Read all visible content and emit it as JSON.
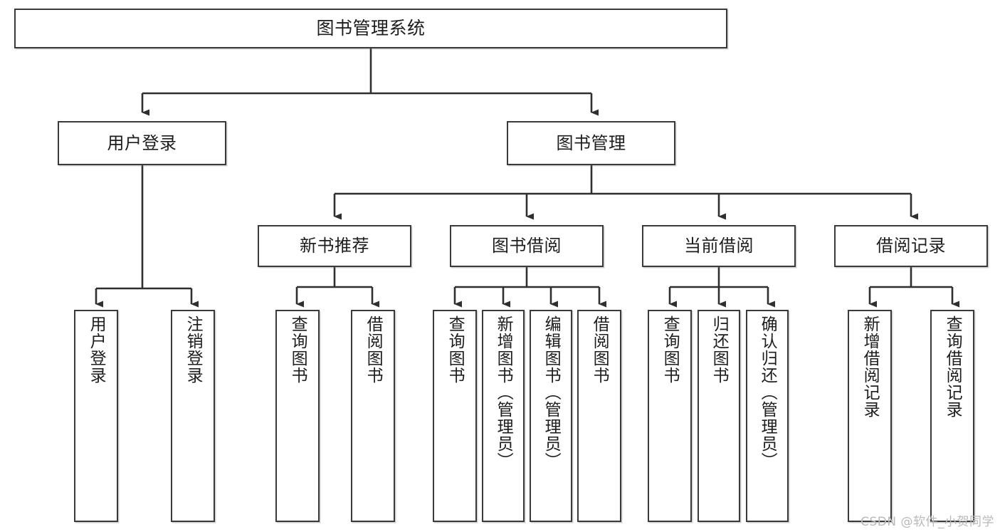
{
  "diagram": {
    "title": "图书管理系统",
    "type": "hierarchy-tree",
    "orientation": "top-down",
    "colors": {
      "node_border": "#3a3a3a",
      "node_fill": "#ffffff",
      "edge": "#2f2f2f",
      "text": "#1d1d1d",
      "watermark": "#b9b9b9",
      "background": "#ffffff"
    },
    "watermark": "CSDN @软件_小贺同学"
  },
  "nodes": {
    "root": {
      "id": "root",
      "label": "图书管理系统",
      "level": 0
    },
    "level1": [
      {
        "id": "user-login",
        "label": "用户登录",
        "level": 1
      },
      {
        "id": "book-manage",
        "label": "图书管理",
        "level": 1
      }
    ],
    "level2": [
      {
        "id": "new-book-recommend",
        "label": "新书推荐",
        "level": 2,
        "parent": "book-manage"
      },
      {
        "id": "book-borrow",
        "label": "图书借阅",
        "level": 2,
        "parent": "book-manage"
      },
      {
        "id": "current-borrow",
        "label": "当前借阅",
        "level": 2,
        "parent": "book-manage"
      },
      {
        "id": "borrow-record",
        "label": "借阅记录",
        "level": 2,
        "parent": "book-manage"
      }
    ],
    "leaves": [
      {
        "id": "leaf-user-login",
        "label": "用户登录",
        "parent": "user-login"
      },
      {
        "id": "leaf-logout-login",
        "label": "注销登录",
        "parent": "user-login"
      },
      {
        "id": "leaf-query-book-rec",
        "label": "查询图书",
        "parent": "new-book-recommend"
      },
      {
        "id": "leaf-borrow-book-rec",
        "label": "借阅图书",
        "parent": "new-book-recommend"
      },
      {
        "id": "leaf-query-book-borrow",
        "label": "查询图书",
        "parent": "book-borrow"
      },
      {
        "id": "leaf-add-book-admin",
        "label": "新增图书（管理员）",
        "parent": "book-borrow"
      },
      {
        "id": "leaf-edit-book-admin",
        "label": "编辑图书（管理员）",
        "parent": "book-borrow"
      },
      {
        "id": "leaf-borrow-book",
        "label": "借阅图书",
        "parent": "book-borrow"
      },
      {
        "id": "leaf-query-book-cur",
        "label": "查询图书",
        "parent": "current-borrow"
      },
      {
        "id": "leaf-return-book",
        "label": "归还图书",
        "parent": "current-borrow"
      },
      {
        "id": "leaf-confirm-return-admin",
        "label": "确认归还（管理员）",
        "parent": "current-borrow"
      },
      {
        "id": "leaf-add-borrow-record",
        "label": "新增借阅记录",
        "parent": "borrow-record"
      },
      {
        "id": "leaf-query-borrow-record",
        "label": "查询借阅记录",
        "parent": "borrow-record"
      }
    ]
  }
}
